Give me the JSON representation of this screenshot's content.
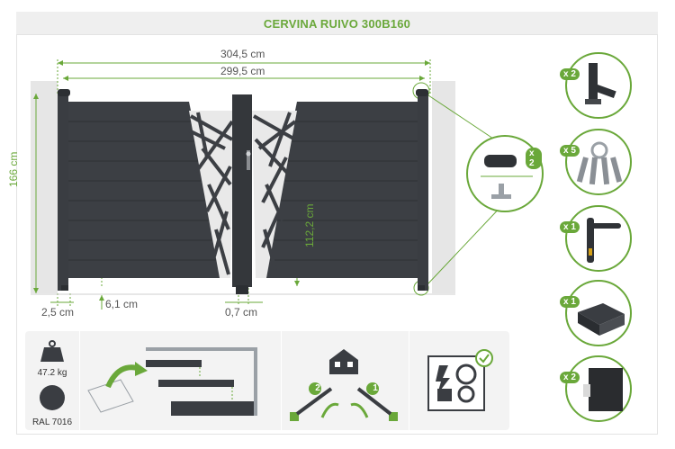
{
  "title": "CERVINA RUIVO 300B160",
  "dimensions": {
    "overall_width": "304,5 cm",
    "inner_width": "299,5 cm",
    "height": "166 cm",
    "lock_height": "112,2 cm",
    "post_width": "2,5 cm",
    "ground_clearance": "6,1 cm",
    "leaf_gap": "0,7 cm"
  },
  "callout": {
    "qty": "x 2"
  },
  "accessories": [
    {
      "qty": "x 2",
      "icon": "hinge-icon"
    },
    {
      "qty": "x 5",
      "icon": "keys-icon"
    },
    {
      "qty": "x 1",
      "icon": "handle-icon"
    },
    {
      "qty": "x 1",
      "icon": "stopper-icon"
    },
    {
      "qty": "x 2",
      "icon": "profile-icon"
    }
  ],
  "bottom": {
    "weight": "47.2 kg",
    "color_code": "RAL 7016",
    "step_badges": [
      "2",
      "1"
    ]
  },
  "colors": {
    "accent": "#6aa83a",
    "gate": "#3a3d42",
    "panel": "#f3f3f3"
  }
}
